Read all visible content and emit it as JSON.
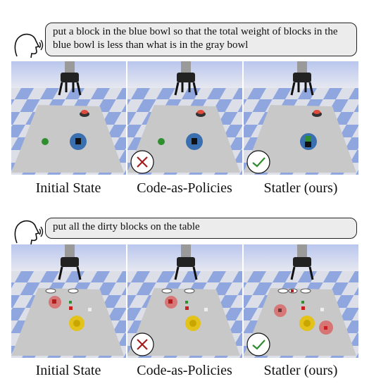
{
  "examples": [
    {
      "instruction": "put a block in the blue bowl so that the total weight of blocks in the blue bowl is less than what is in the gray bowl",
      "panels": [
        {
          "caption": "Initial State",
          "outcome": "none"
        },
        {
          "caption": "Code-as-Policies",
          "outcome": "failure",
          "badge_icon": "cross-icon"
        },
        {
          "caption": "Statler (ours)",
          "outcome": "success",
          "badge_icon": "checkmark-icon"
        }
      ]
    },
    {
      "instruction": "put all the dirty blocks on the table",
      "panels": [
        {
          "caption": "Initial State",
          "outcome": "none"
        },
        {
          "caption": "Code-as-Policies",
          "outcome": "failure",
          "badge_icon": "cross-icon"
        },
        {
          "caption": "Statler (ours)",
          "outcome": "success",
          "badge_icon": "checkmark-icon"
        }
      ]
    }
  ],
  "colors": {
    "bubble_fill": "#ececec",
    "fail_mark": "#a31d1d",
    "success_mark": "#2e8b2e",
    "sky": "#a8b8e8",
    "table": "#c8c8c8"
  }
}
